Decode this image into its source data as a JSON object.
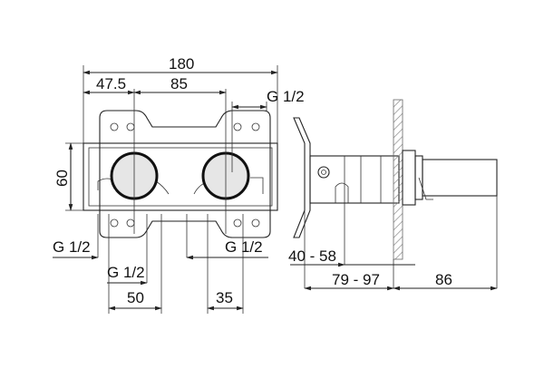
{
  "labels": {
    "overall_width": "180",
    "left_offset": "47.5",
    "center_spacing": "85",
    "thread_top_right": "G 1/2",
    "height": "60",
    "thread_bottom_left": "G 1/2",
    "thread_bottom_right": "G 1/2",
    "thread_bottom_center": "G 1/2",
    "dim_50": "50",
    "dim_35": "35",
    "depth_range": "40 - 58",
    "wall_range": "79 - 97",
    "projection": "86"
  },
  "colors": {
    "body_fill": "#d8d8d8",
    "panel_fill": "#c8c8c8",
    "pipe_fill": "#e3e3e3",
    "wall_fill": "#b8b8b8",
    "line": "#222222"
  }
}
